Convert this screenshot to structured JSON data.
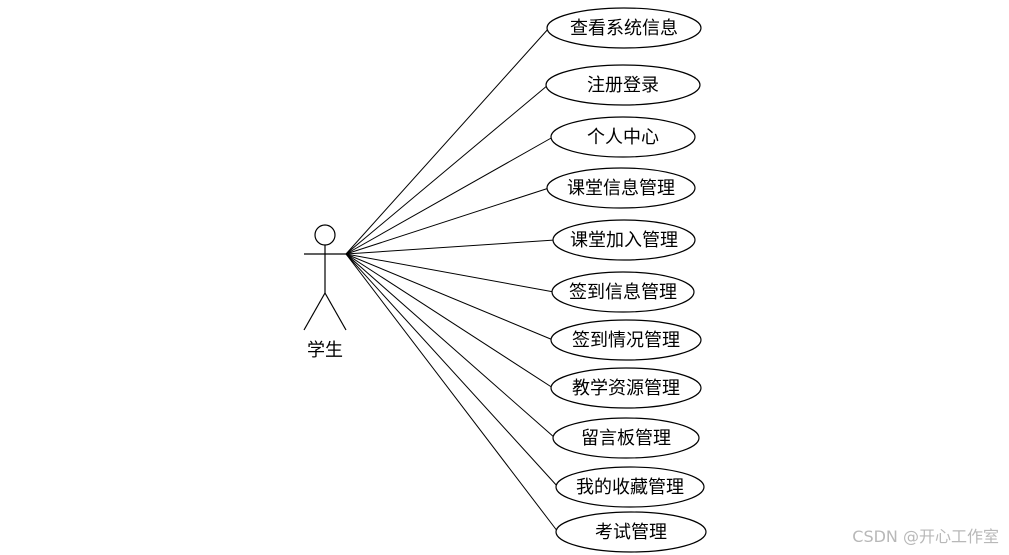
{
  "actor": {
    "label": "学生"
  },
  "use_cases": [
    "查看系统信息",
    "注册登录",
    "个人中心",
    "课堂信息管理",
    "课堂加入管理",
    "签到信息管理",
    "签到情况管理",
    "教学资源管理",
    "留言板管理",
    "我的收藏管理",
    "考试管理"
  ],
  "watermark": "CSDN @开心工作室",
  "colors": {
    "stroke": "#000000",
    "background": "#ffffff",
    "watermark": "#b8b8b8"
  }
}
